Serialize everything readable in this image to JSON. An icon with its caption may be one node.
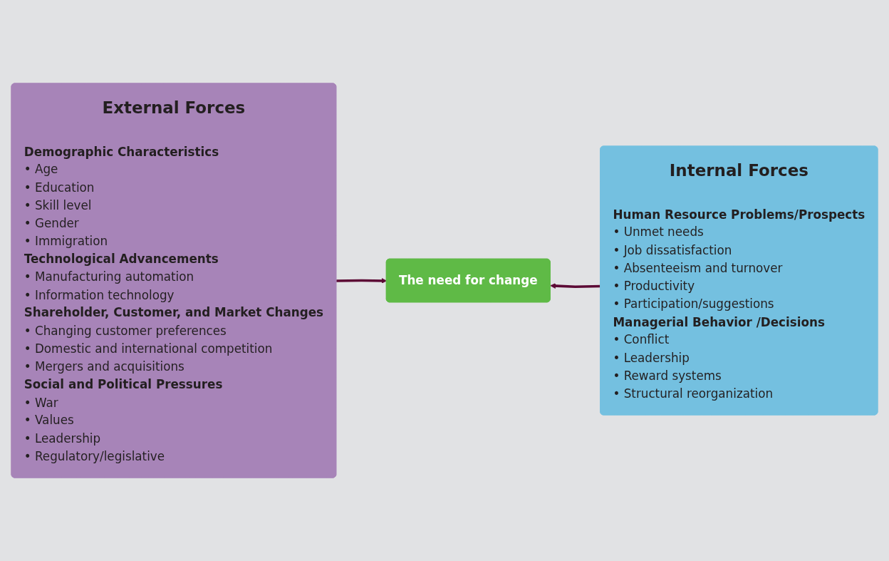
{
  "diagram": {
    "nodes": [
      {
        "text": [
          "External Forces",
          "Demographic Characteristics",
          "• Age",
          "• Education",
          "• Skill level",
          "• Gender",
          "• Immigration",
          "Technological Advancements",
          "• Manufacturing automation",
          "• Information technology",
          "Shareholder, Customer, and Market Changes",
          "• Changing customer preferences",
          "• Domestic and international competition",
          "• Mergers and acquisitions",
          "Social and Political Pressures",
          "• War",
          "• Values",
          "• Leadership",
          "• Regulatory/legislative"
        ]
      },
      {
        "text": [
          "The need for change"
        ]
      },
      {
        "text": [
          "Internal Forces",
          "Human Resource Problems/Prospects",
          "• Unmet needs",
          "• Job dissatisfaction",
          "• Absenteeism and turnover",
          "• Productivity",
          "• Participation/suggestions",
          "Managerial Behavior /Decisions",
          "• Conflict",
          "• Leadership",
          "• Reward systems",
          "• Structural reorganization"
        ]
      }
    ],
    "edges": [
      {
        "from": 0,
        "to": 1,
        "arrow": "to"
      },
      {
        "from": 2,
        "to": 1,
        "arrow": "to"
      }
    ]
  }
}
